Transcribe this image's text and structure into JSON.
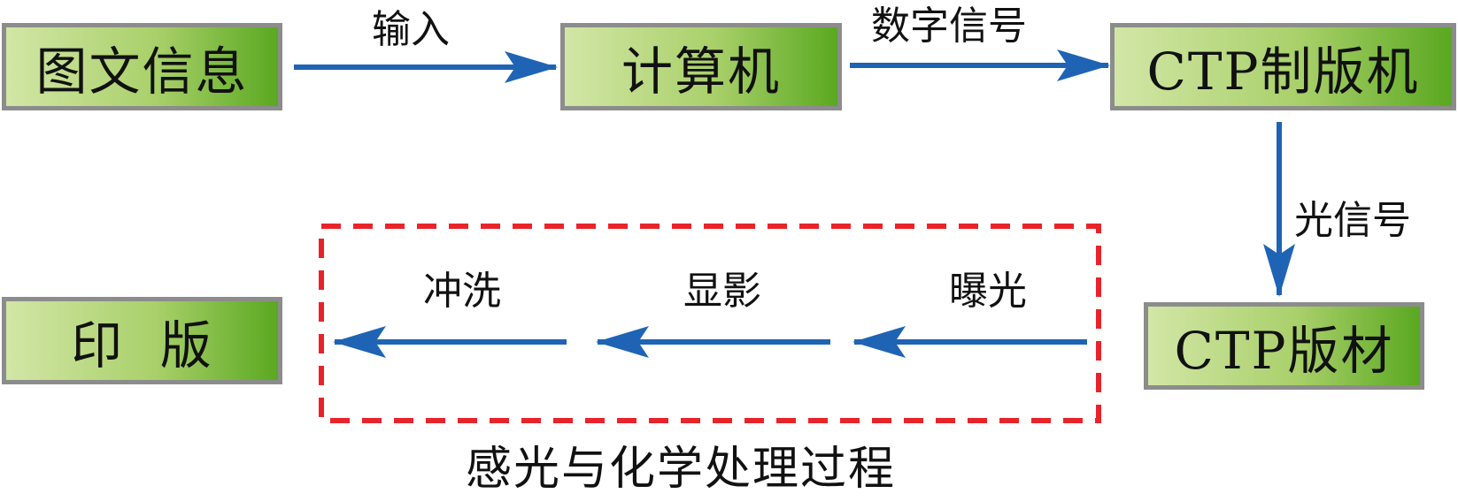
{
  "nodes": {
    "image_text_info": "图文信息",
    "computer": "计算机",
    "ctp_platesetter": "CTP制版机",
    "ctp_plate": "CTP版材",
    "printing_plate": "印  版"
  },
  "edges": {
    "input": "输入",
    "digital_signal": "数字信号",
    "light_signal": "光信号",
    "exposure": "曝光",
    "development": "显影",
    "washing": "冲洗"
  },
  "group": {
    "caption": "感光与化学处理过程"
  },
  "colors": {
    "arrow": "#1f64b4",
    "dashed_border": "#e8242a",
    "node_border": "#8c8c8c"
  }
}
